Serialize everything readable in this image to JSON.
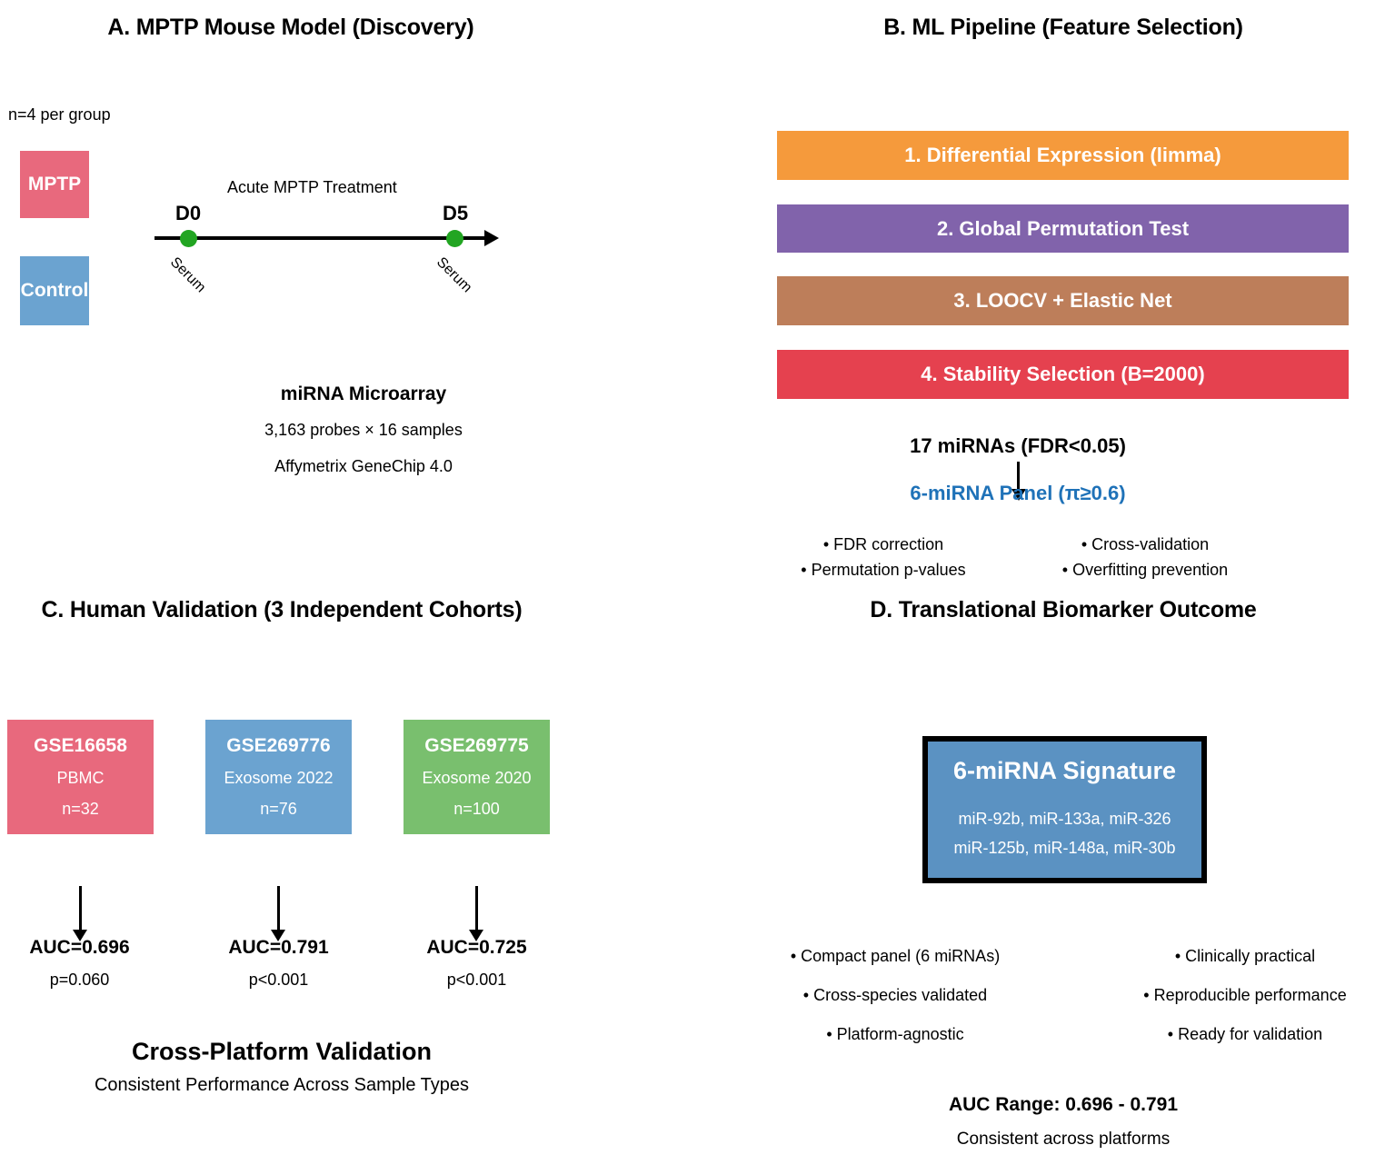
{
  "figure": {
    "background": "#ffffff"
  },
  "panelA": {
    "title": "A. MPTP Mouse Model (Discovery)",
    "n_note": "n=4 per group",
    "groups": [
      {
        "label": "MPTP",
        "color": "#e8697d"
      },
      {
        "label": "Control",
        "color": "#6ba3d0"
      }
    ],
    "timeline": {
      "heading": "Acute MPTP Treatment",
      "points": [
        {
          "day": "D0",
          "sample": "Serum"
        },
        {
          "day": "D5",
          "sample": "Serum"
        }
      ],
      "dot_color": "#22a522"
    },
    "platform": {
      "title": "miRNA Microarray",
      "line1": "3,163 probes × 16 samples",
      "line2": "Affymetrix GeneChip 4.0"
    }
  },
  "panelB": {
    "title": "B. ML Pipeline (Feature Selection)",
    "steps": [
      {
        "label": "1. Differential Expression (limma)",
        "color": "#f59a3c"
      },
      {
        "label": "2. Global Permutation Test",
        "color": "#8163ab"
      },
      {
        "label": "3. LOOCV + Elastic Net",
        "color": "#bd7e5a"
      },
      {
        "label": "4. Stability Selection (B=2000)",
        "color": "#e5414f"
      }
    ],
    "result_top": "17 miRNAs (FDR<0.05)",
    "result_bottom": "6-miRNA Panel (π≥0.6)",
    "result_bottom_color": "#1f72b8",
    "bullets_left": [
      "• FDR correction",
      "• Permutation p-values"
    ],
    "bullets_right": [
      "• Cross-validation",
      "• Overfitting prevention"
    ]
  },
  "panelC": {
    "title": "C. Human Validation (3 Independent Cohorts)",
    "cohorts": [
      {
        "id": "GSE16658",
        "sample_type": "PBMC",
        "n": "n=32",
        "color": "#e8697d",
        "auc": "AUC=0.696",
        "p": "p=0.060"
      },
      {
        "id": "GSE269776",
        "sample_type": "Exosome 2022",
        "n": "n=76",
        "color": "#6ba3d0",
        "auc": "AUC=0.791",
        "p": "p<0.001"
      },
      {
        "id": "GSE269775",
        "sample_type": "Exosome 2020",
        "n": "n=100",
        "color": "#79bf6e",
        "auc": "AUC=0.725",
        "p": "p<0.001"
      }
    ],
    "footer_title": "Cross-Platform Validation",
    "footer_sub": "Consistent Performance Across Sample Types"
  },
  "panelD": {
    "title": "D. Translational Biomarker Outcome",
    "signature": {
      "title": "6-miRNA Signature",
      "line1": "miR-92b, miR-133a, miR-326",
      "line2": "miR-125b, miR-148a, miR-30b",
      "fill": "#5b92c2",
      "border": "#000000"
    },
    "bullets_left": [
      "• Compact panel (6 miRNAs)",
      "• Cross-species validated",
      "• Platform-agnostic"
    ],
    "bullets_right": [
      "• Clinically practical",
      "• Reproducible performance",
      "• Ready for validation"
    ],
    "auc_range": "AUC Range: 0.696 - 0.791",
    "auc_note": "Consistent across platforms"
  }
}
